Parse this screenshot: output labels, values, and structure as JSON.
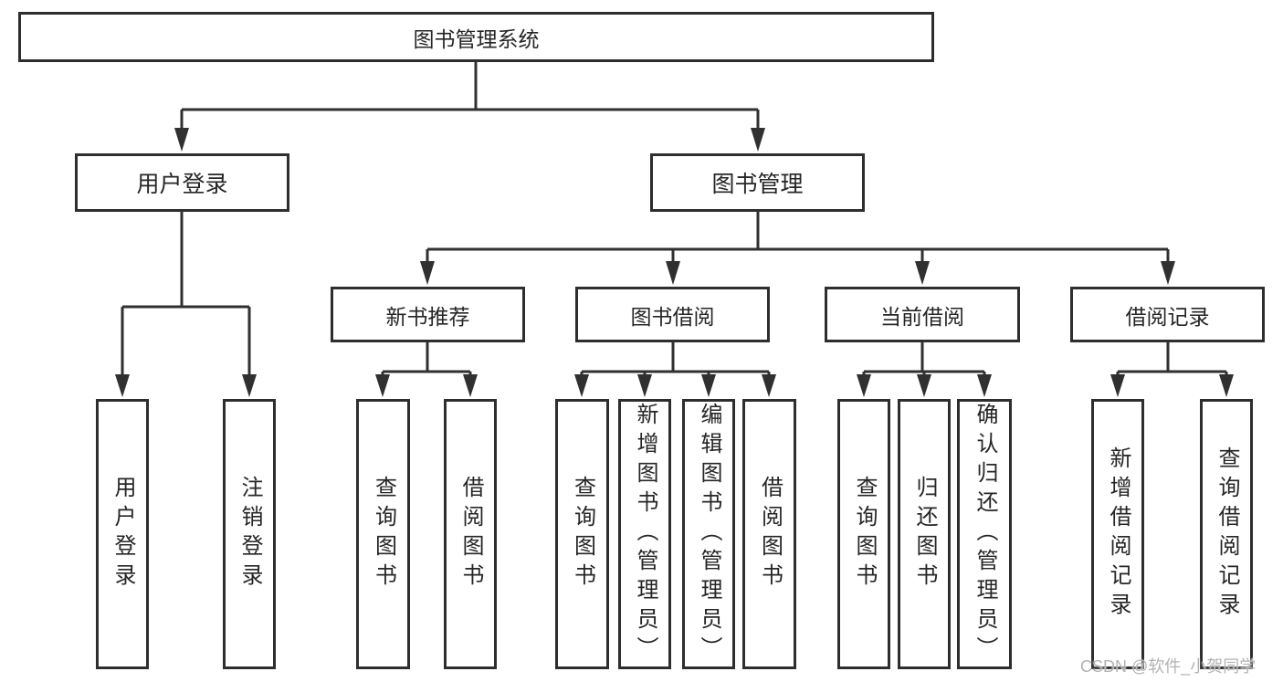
{
  "tree": {
    "label": "图书管理系统",
    "children": [
      {
        "label": "用户登录",
        "children": [
          {
            "label": "用户登录"
          },
          {
            "label": "注销登录"
          }
        ]
      },
      {
        "label": "图书管理",
        "children": [
          {
            "label": "新书推荐",
            "children": [
              {
                "label": "查询图书"
              },
              {
                "label": "借阅图书"
              }
            ]
          },
          {
            "label": "图书借阅",
            "children": [
              {
                "label": "查询图书"
              },
              {
                "label": "新增图书（管理员）"
              },
              {
                "label": "编辑图书（管理员）"
              },
              {
                "label": "借阅图书"
              }
            ]
          },
          {
            "label": "当前借阅",
            "children": [
              {
                "label": "查询图书"
              },
              {
                "label": "归还图书"
              },
              {
                "label": "确认归还（管理员）"
              }
            ]
          },
          {
            "label": "借阅记录",
            "children": [
              {
                "label": "新增借阅记录"
              },
              {
                "label": "查询借阅记录"
              }
            ]
          }
        ]
      }
    ]
  },
  "watermark": "CSDN @软件_小贺同学",
  "colors": {
    "line": "#303030",
    "box-border": "#2e2e2e",
    "text": "#262626",
    "watermark": "#b3b3b3",
    "background": "#ffffff"
  }
}
